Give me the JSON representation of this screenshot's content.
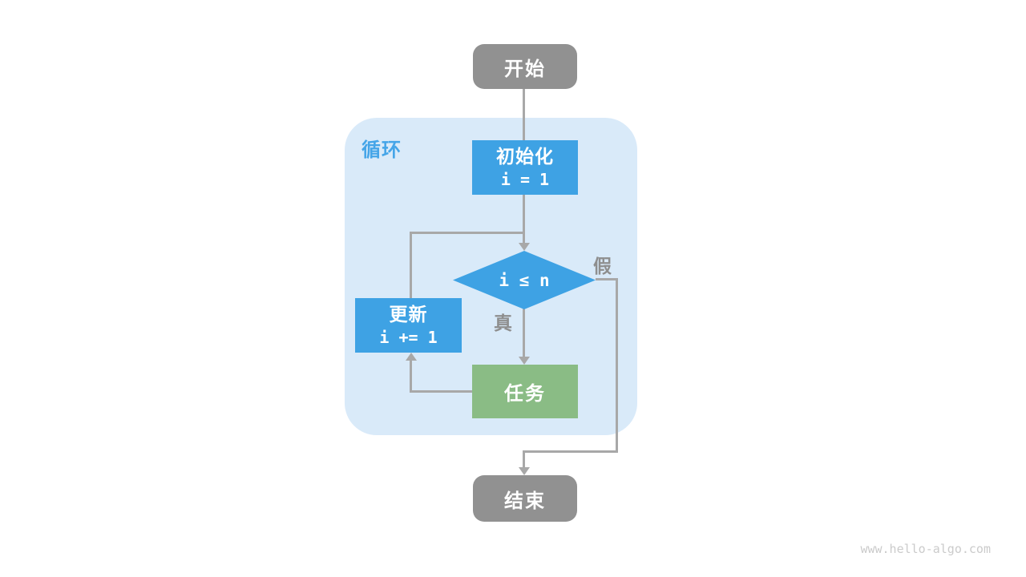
{
  "page": {
    "watermark": "www.hello-algo.com"
  },
  "colors": {
    "blue": "#3ea2e4",
    "light_blue": "#d9eaf9",
    "green": "#8abc85",
    "gray_node": "#919191",
    "line": "#a8a8a8",
    "branch_label": "#8e8e8e",
    "loop_label": "#45a5e8",
    "watermark": "#cbcbcb"
  },
  "labels": {
    "loop": "循环",
    "true": "真",
    "false": "假"
  },
  "nodes": {
    "start": {
      "label": "开始"
    },
    "init": {
      "title": "初始化",
      "code": "i = 1"
    },
    "condition": {
      "code": "i ≤ n"
    },
    "update": {
      "title": "更新",
      "code": "i += 1"
    },
    "task": {
      "label": "任务"
    },
    "end": {
      "label": "结束"
    }
  }
}
